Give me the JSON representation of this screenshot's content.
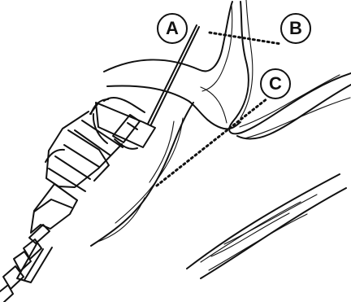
{
  "labels": {
    "a": "A",
    "b": "B",
    "c": "C"
  },
  "colors": {
    "line": "#111111",
    "background": "#ffffff"
  }
}
